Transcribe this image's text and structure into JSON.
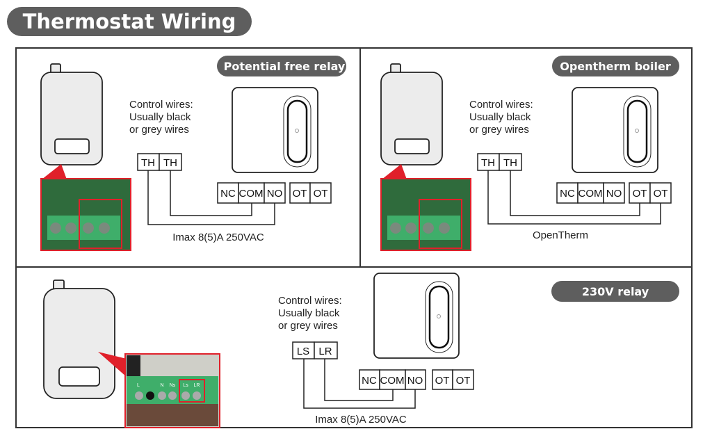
{
  "title": "Thermostat Wiring",
  "colors": {
    "pill": "#5e5e5e",
    "highlight": "#e0202a",
    "pcb": "#2f6b3c"
  },
  "panels": [
    {
      "label": "Potential free relay",
      "control_text": [
        "Control wires:",
        "Usually black",
        "or grey wires"
      ],
      "boiler_terminals": [
        "TH",
        "TH"
      ],
      "thermostat_terminals": [
        "NC",
        "COM",
        "NO",
        "OT",
        "OT"
      ],
      "note": "Imax 8(5)A  250VAC"
    },
    {
      "label": "Opentherm boiler",
      "control_text": [
        "Control wires:",
        "Usually black",
        "or grey wires"
      ],
      "boiler_terminals": [
        "TH",
        "TH"
      ],
      "thermostat_terminals": [
        "NC",
        "COM",
        "NO",
        "OT",
        "OT"
      ],
      "note": "OpenTherm"
    },
    {
      "label": "230V relay",
      "control_text": [
        "Control wires:",
        "Usually black",
        "or grey wires"
      ],
      "boiler_terminals": [
        "LS",
        "LR"
      ],
      "thermostat_terminals": [
        "NC",
        "COM",
        "NO",
        "OT",
        "OT"
      ],
      "note": "Imax 8(5)A  250VAC",
      "photo_labels": [
        "L",
        "N",
        "Ns",
        "Ls",
        "LR"
      ]
    }
  ]
}
